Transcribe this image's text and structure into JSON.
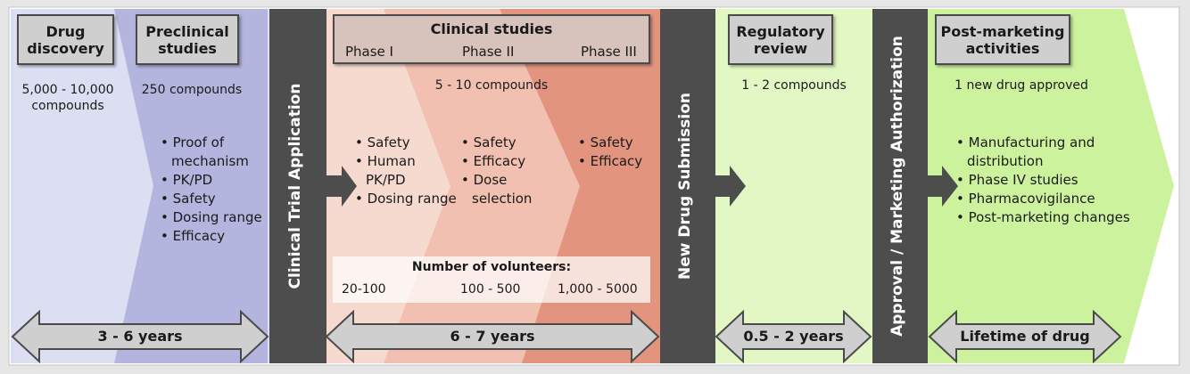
{
  "drug_discovery": {
    "title": "Drug discovery",
    "compounds": "5,000 - 10,000 compounds"
  },
  "preclinical": {
    "title": "Preclinical studies",
    "compounds": "250 compounds",
    "bullets": [
      "Proof of mechanism",
      "PK/PD",
      "Safety",
      "Dosing range",
      "Efficacy"
    ]
  },
  "early_duration": "3 - 6 years",
  "cta_label": "Clinical Trial Application",
  "clinical": {
    "title": "Clinical studies",
    "phases": [
      "Phase I",
      "Phase II",
      "Phase III"
    ],
    "compounds": "5 - 10 compounds",
    "phase1_bullets": [
      "Safety",
      "Human PK/PD",
      "Dosing range"
    ],
    "phase2_bullets": [
      "Safety",
      "Efficacy",
      "Dose selection"
    ],
    "phase3_bullets": [
      "Safety",
      "Efficacy"
    ],
    "volunteers_title": "Number of volunteers:",
    "volunteers": [
      "20-100",
      "100 - 500",
      "1,000 - 5000"
    ],
    "duration": "6 - 7 years"
  },
  "nds_label": "New Drug Submission",
  "regulatory": {
    "title": "Regulatory review",
    "compounds": "1 - 2 compounds",
    "duration": "0.5 - 2 years"
  },
  "approval_label": "Approval / Marketing Authorization",
  "post_marketing": {
    "title": "Post-marketing activities",
    "approved": "1 new drug approved",
    "bullets": [
      "Manufacturing and distribution",
      "Phase IV studies",
      "Pharmacovigilance",
      "Post-marketing changes"
    ],
    "duration": "Lifetime of drug"
  },
  "colors": {
    "discovery": "#dcdff2",
    "preclinical": "#b3b5df",
    "clinical_light": "#f6d9cf",
    "clinical_mid": "#efb7a6",
    "clinical_dark": "#df8c77",
    "regulatory": "#e3f7c4",
    "post_marketing": "#cdf29e",
    "bar": "#4d4d4d",
    "arrow_fill": "#cfcfcf"
  }
}
